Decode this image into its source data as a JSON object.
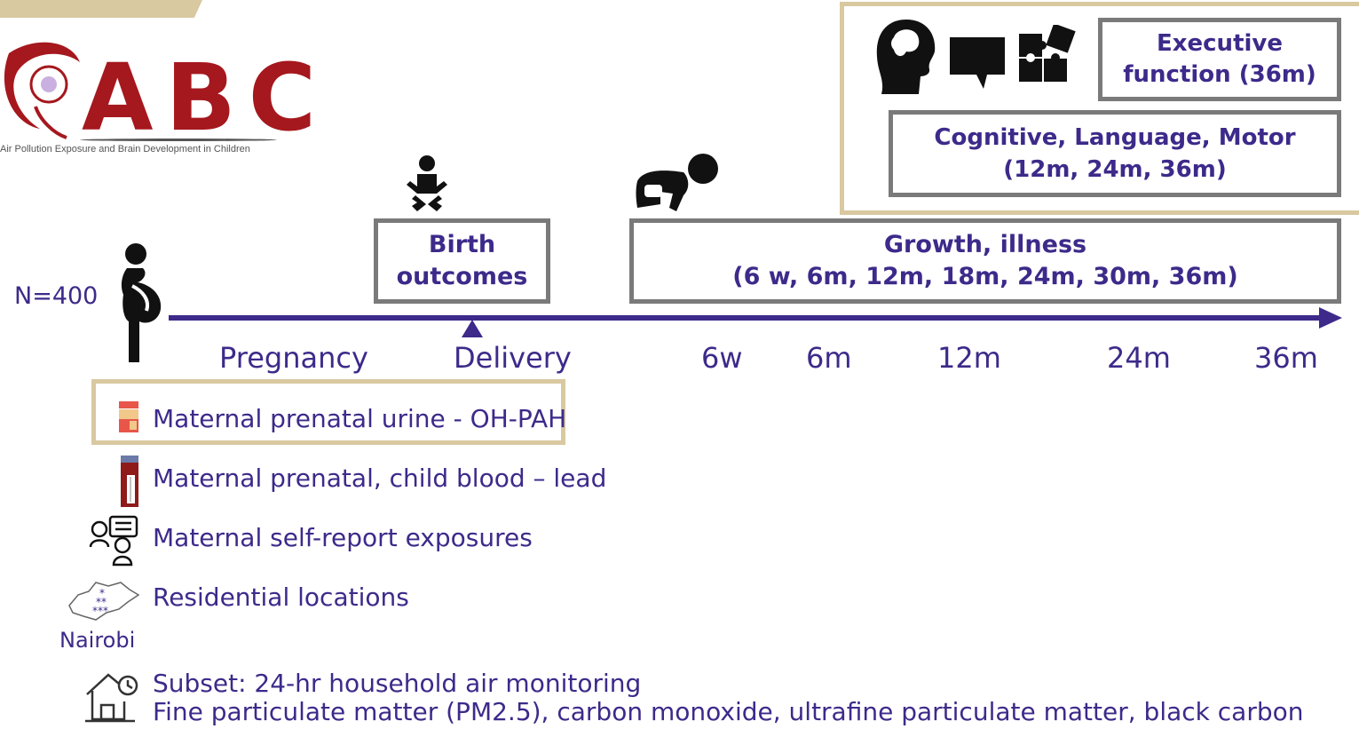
{
  "logo": {
    "letters": "ABC",
    "tagline": "Air Pollution Exposure and Brain Development in Children"
  },
  "sample": {
    "label": "N=400"
  },
  "boxes": {
    "executive": "Executive function (36m)",
    "cognitive_line1": "Cognitive, Language, Motor",
    "cognitive_line2": "(12m, 24m, 36m)",
    "birth_line1": "Birth",
    "birth_line2": "outcomes",
    "growth_line1": "Growth, illness",
    "growth_line2": "(6 w, 6m, 12m, 18m, 24m, 30m, 36m)"
  },
  "timeline": {
    "labels": [
      "Pregnancy",
      "Delivery",
      "6w",
      "6m",
      "12m",
      "24m",
      "36m"
    ]
  },
  "exposures": {
    "urine": "Maternal prenatal urine  - OH-PAH",
    "blood": "Maternal prenatal, child blood – lead",
    "self_report": "Maternal self-report exposures",
    "residential": "Residential locations",
    "map_label": "Nairobi",
    "air_line1": "Subset: 24-hr household air monitoring",
    "air_line2": "Fine particulate matter (PM2.5), carbon monoxide, ultrafine particulate matter, black carbon"
  },
  "colors": {
    "accent_purple": "#3d2a8a",
    "box_grey": "#7a7a7a",
    "highlight_tan": "#d9c9a0",
    "logo_red": "#a5181e"
  },
  "icons": [
    "pregnant-woman-icon",
    "baby-icon",
    "crawling-baby-icon",
    "head-profile-icon",
    "speech-bubble-icon",
    "puzzle-icon",
    "urine-container-icon",
    "blood-tube-icon",
    "survey-people-icon",
    "nairobi-map-icon",
    "house-clock-icon"
  ]
}
